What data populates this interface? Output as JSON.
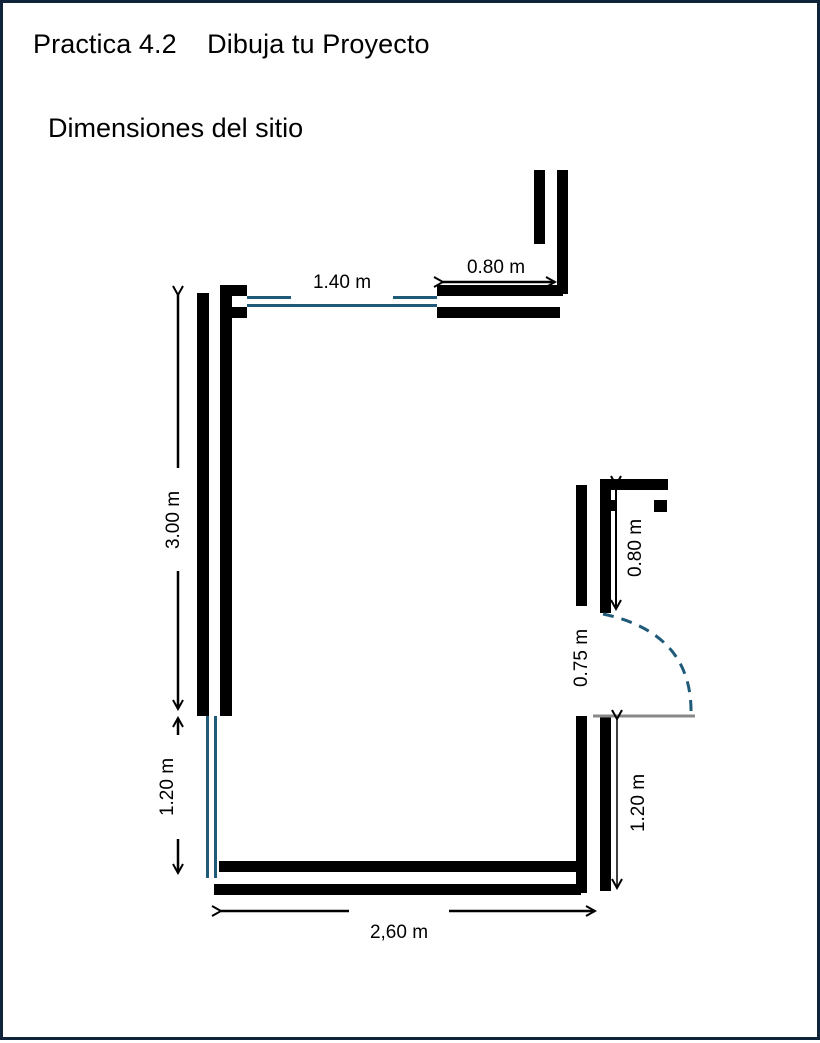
{
  "header": {
    "title": "Practica 4.2    Dibuja tu Proyecto",
    "subtitle": "Dimensiones del sitio"
  },
  "plan": {
    "colors": {
      "wall": "#000000",
      "window": "#1f5a78",
      "door_swing": "#1f5a78",
      "door_leaf": "#888888",
      "border": "#0f2438"
    },
    "dimensions": {
      "top_window": "1.40 m",
      "top_right_opening": "0.80 m",
      "left_wall": "3.00 m",
      "left_window": "1.20 m",
      "bottom_wall": "2,60 m",
      "right_upper": "0.80 m",
      "door": "0.75 m",
      "right_lower": "1.20 m"
    }
  }
}
